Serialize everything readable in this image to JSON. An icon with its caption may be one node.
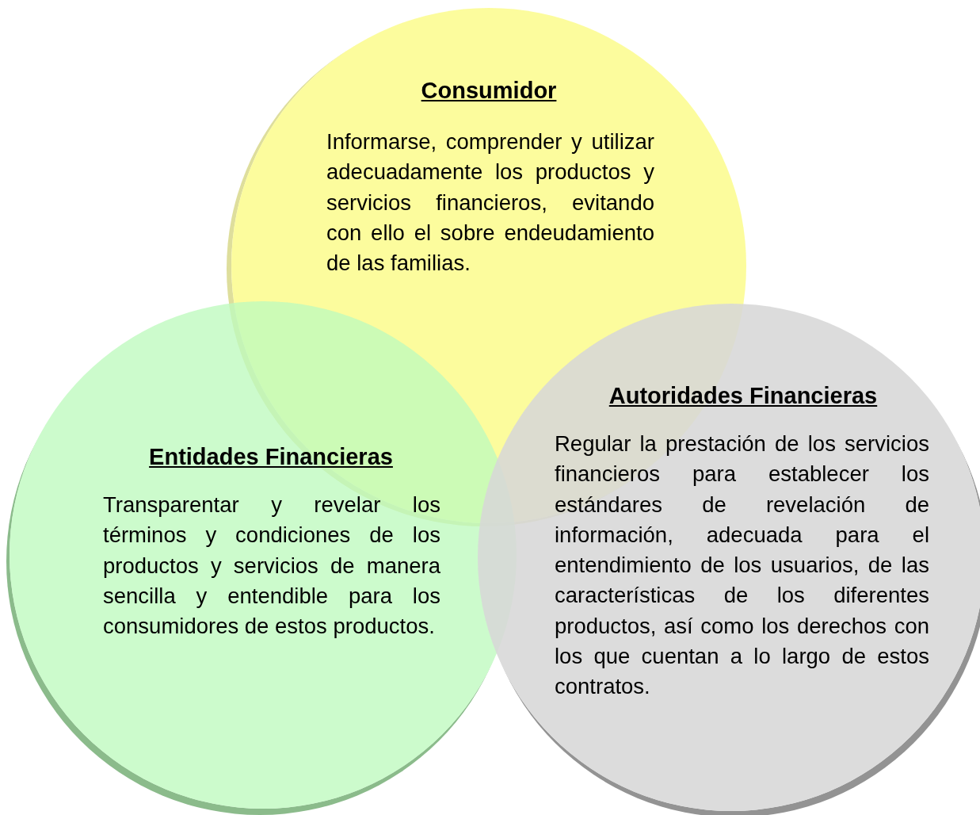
{
  "diagram": {
    "nodes": [
      {
        "text": [
          "Consumidor",
          "Informarse, comprender y utilizar adecuadamente los productos y servicios financieros, evitando con ello el sobre endeudamiento de las familias."
        ]
      },
      {
        "text": [
          "Entidades Financieras",
          "Transparentar y revelar los términos y condiciones de los productos y servicios de manera sencilla y entendible para los consumidores de estos productos."
        ]
      },
      {
        "text": [
          "Autoridades Financieras",
          "Regular la prestación de los servicios financieros para establecer los estándares de revelación de información, adecuada para el  entendimiento de los usuarios, de las características de los diferentes productos, así como los derechos con los que cuentan a lo largo de estos contratos."
        ]
      }
    ]
  }
}
